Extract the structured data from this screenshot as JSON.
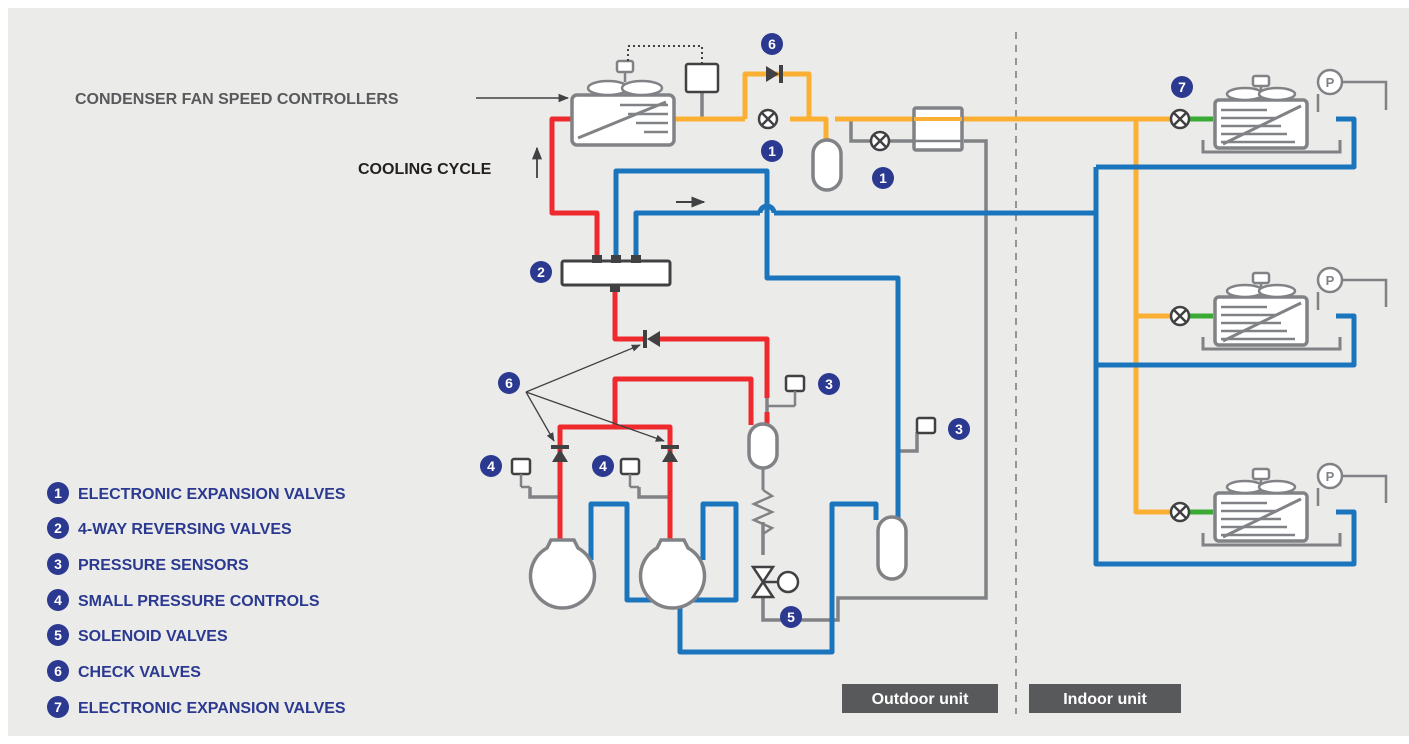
{
  "labels": {
    "condenser_fan": "CONDENSER FAN SPEED CONTROLLERS",
    "cooling_cycle": "COOLING CYCLE",
    "outdoor_unit": "Outdoor unit",
    "indoor_unit": "Indoor unit",
    "pressure_symbol": "P"
  },
  "legend": [
    {
      "num": "1",
      "text": "ELECTRONIC EXPANSION VALVES"
    },
    {
      "num": "2",
      "text": "4-WAY REVERSING VALVES"
    },
    {
      "num": "3",
      "text": "PRESSURE SENSORS"
    },
    {
      "num": "4",
      "text": "SMALL PRESSURE CONTROLS"
    },
    {
      "num": "5",
      "text": "SOLENOID VALVES"
    },
    {
      "num": "6",
      "text": "CHECK VALVES"
    },
    {
      "num": "7",
      "text": "ELECTRONIC EXPANSION VALVES"
    }
  ],
  "markers": {
    "n1": "1",
    "n2": "2",
    "n3": "3",
    "n4": "4",
    "n5": "5",
    "n6": "6",
    "n7": "7"
  },
  "colors": {
    "background": "#ebebea",
    "hot_gas": "#ee2a2f",
    "suction": "#1b75bc",
    "liquid": "#fbb034",
    "indoor_link": "#3aaa35",
    "equipment": "#808285",
    "dark": "#414042",
    "marker": "#2b3990",
    "unit_badge": "#58595b"
  }
}
